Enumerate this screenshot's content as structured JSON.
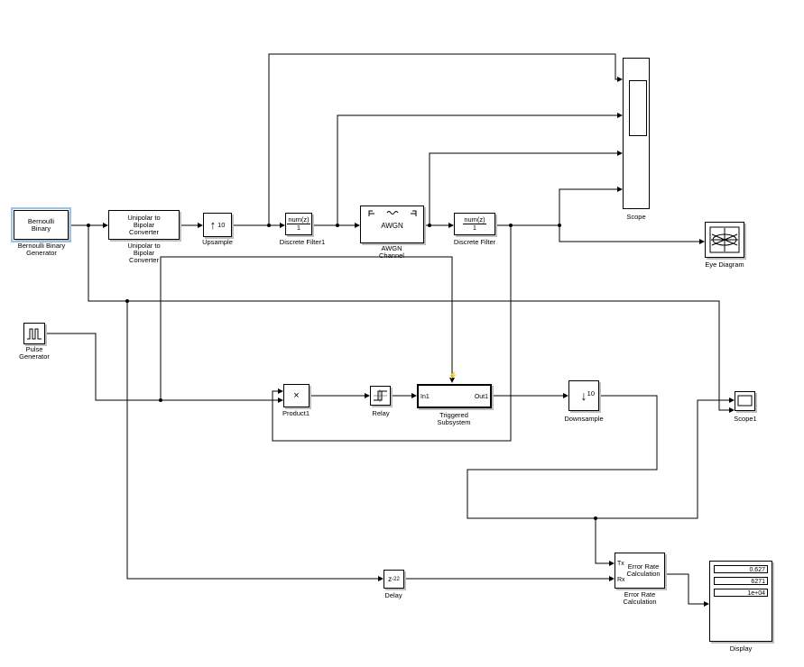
{
  "blocks": {
    "bernoulli": {
      "text_line1": "Bernoulli",
      "text_line2": "Binary",
      "label_line1": "Bernoulli Binary",
      "label_line2": "Generator"
    },
    "unipolar": {
      "text_line1": "Unipolar to",
      "text_line2": "Bipolar",
      "text_line3": "Converter",
      "label_line1": "Unipolar to",
      "label_line2": "Bipolar",
      "label_line3": "Converter"
    },
    "upsample": {
      "arrow": "↑",
      "factor": "10",
      "label": "Upsample"
    },
    "discrete_filter1": {
      "numerator": "num(z)",
      "denominator": "1",
      "label": "Discrete Filter1"
    },
    "awgn": {
      "text": "AWGN",
      "label_line1": "AWGN",
      "label_line2": "Channel"
    },
    "discrete_filter": {
      "numerator": "num(z)",
      "denominator": "1",
      "label": "Discrete Filter"
    },
    "scope": {
      "label": "Scope"
    },
    "eye_diagram": {
      "label": "Eye Diagram"
    },
    "pulse_generator": {
      "label_line1": "Pulse",
      "label_line2": "Generator"
    },
    "product1": {
      "symbol": "×",
      "label": "Product1"
    },
    "relay": {
      "label": "Relay"
    },
    "triggered_subsystem": {
      "port_in": "In1",
      "port_out": "Out1",
      "label_line1": "Triggered",
      "label_line2": "Subsystem"
    },
    "downsample": {
      "arrow": "↓",
      "factor": "10",
      "label": "Downsample"
    },
    "scope1": {
      "label": "Scope1"
    },
    "delay": {
      "base": "z",
      "exponent": "-22",
      "label": "Delay"
    },
    "error_rate": {
      "port_tx": "Tx",
      "port_rx": "Rx",
      "text_line1": "Error Rate",
      "text_line2": "Calculation",
      "label_line1": "Error Rate",
      "label_line2": "Calculation"
    },
    "display": {
      "values": [
        "0.627",
        "6271",
        "1e+04"
      ],
      "label": "Display"
    }
  }
}
